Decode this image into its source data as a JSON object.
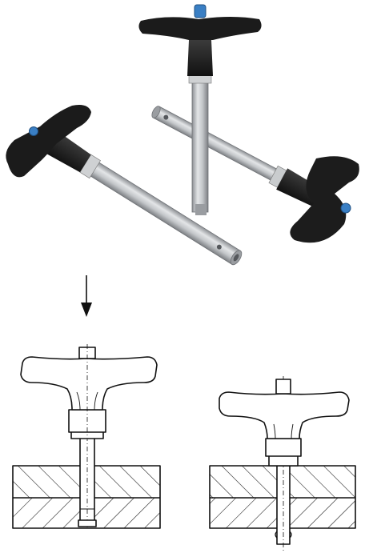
{
  "figure": {
    "photo": {
      "pins": [
        {
          "name": "pin-upright",
          "handle_color": "#1e1e1e",
          "button_color": "#3a7fc4",
          "shaft_color": "#b9bcbf"
        },
        {
          "name": "pin-left-lying",
          "handle_color": "#1e1e1e",
          "button_color": "#3a7fc4",
          "shaft_color": "#b9bcbf"
        },
        {
          "name": "pin-right-lying",
          "handle_color": "#1e1e1e",
          "button_color": "#3a7fc4",
          "shaft_color": "#b9bcbf"
        }
      ]
    },
    "arrow": {
      "icon": "down-arrow-icon",
      "color": "#111111"
    },
    "drawings": [
      {
        "name": "pin-pressed-in-plates",
        "state": "button pressed, pin inserted"
      },
      {
        "name": "pin-released-in-plates",
        "state": "button released, pin locked"
      }
    ],
    "line_color": "#111111",
    "hatch_color": "#111111"
  }
}
